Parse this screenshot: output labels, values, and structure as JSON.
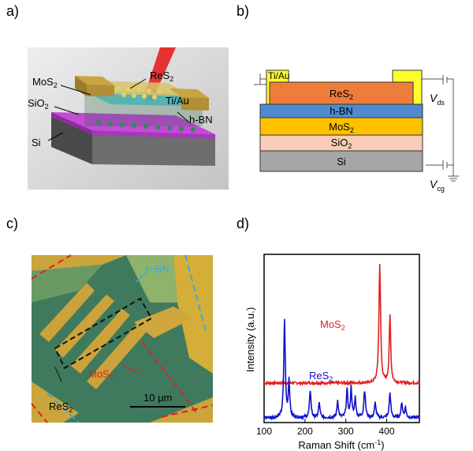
{
  "panels": {
    "a": {
      "label": "a)",
      "annotations": {
        "mos2": "MoS",
        "mos2_sub": "2",
        "sio2": "SiO",
        "sio2_sub": "2",
        "si": "Si",
        "res2": "ReS",
        "res2_sub": "2",
        "tiau": "Ti/Au",
        "hbn": "h-BN"
      }
    },
    "b": {
      "label": "b)",
      "layers": {
        "tiau": "Ti/Au",
        "res2": "ReS",
        "res2_sub": "2",
        "hbn": "h-BN",
        "mos2": "MoS",
        "mos2_sub": "2",
        "sio2": "SiO",
        "sio2_sub": "2",
        "si": "Si"
      },
      "vds": "V",
      "vds_sub": "ds",
      "vcg": "V",
      "vcg_sub": "cg",
      "colors": {
        "contact": "#ffff2e",
        "res2": "#ef7d3a",
        "hbn": "#4e8bd0",
        "mos2": "#ffc000",
        "sio2": "#f9cdb5",
        "si": "#a6a6a6"
      }
    },
    "c": {
      "label": "c)",
      "hbn": "h-BN",
      "mos2": "MoS",
      "mos2_sub": "2",
      "res2": "ReS",
      "res2_sub": "2",
      "scale": "10 μm"
    },
    "d": {
      "label": "d)",
      "chart_data": {
        "type": "line",
        "xlabel": "Raman Shift (cm",
        "xlabel_sup": "-1",
        "xlabel_close": ")",
        "ylabel": "Intensity (a.u.)",
        "xlim": [
          100,
          480
        ],
        "xticks": [
          "100",
          "200",
          "300",
          "400"
        ],
        "series": [
          {
            "name": "MoS",
            "name_sub": "2",
            "color": "#e02020",
            "baseline": 0.8,
            "noise": 0.025,
            "peaks": [
              [
                383,
                2.4,
                2.4
              ],
              [
                408,
                1.35,
                2.2
              ]
            ]
          },
          {
            "name": "ReS",
            "name_sub": "2",
            "color": "#1010cc",
            "baseline": 0.1,
            "noise": 0.03,
            "peaks": [
              [
                150,
                1.95,
                2.2
              ],
              [
                161,
                0.75,
                2
              ],
              [
                213,
                0.55,
                2.2
              ],
              [
                235,
                0.3,
                2
              ],
              [
                280,
                0.35,
                2
              ],
              [
                303,
                0.55,
                2.2
              ],
              [
                313,
                0.6,
                2
              ],
              [
                323,
                0.4,
                2
              ],
              [
                346,
                0.55,
                2.4
              ],
              [
                372,
                0.3,
                2.2
              ],
              [
                408,
                0.5,
                2.2
              ],
              [
                437,
                0.3,
                2.2
              ],
              [
                446,
                0.2,
                2
              ]
            ]
          }
        ]
      }
    }
  }
}
